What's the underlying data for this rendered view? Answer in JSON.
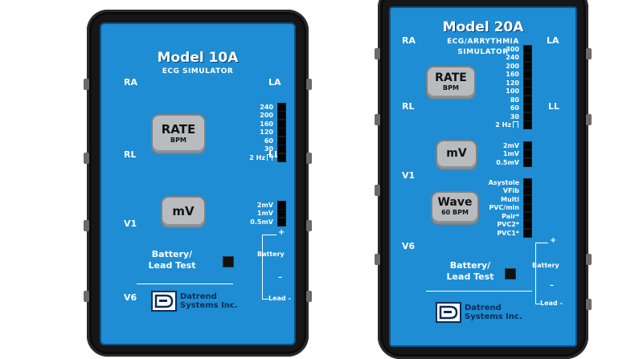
{
  "left_device": {
    "model": "Model 10A",
    "subtitle": "ECG SIMULATOR",
    "leads": {
      "ra": "RA",
      "la": "LA",
      "rl": "RL",
      "ll": "LL",
      "v1": "V1",
      "v6": "V6"
    },
    "rate_button": {
      "label": "RATE",
      "sub": "BPM"
    },
    "rate_scale": [
      "240",
      "200",
      "160",
      "120",
      "60",
      "30",
      "2 Hz"
    ],
    "mv_button": {
      "label": "mV"
    },
    "mv_scale": [
      "2mV",
      "1mV",
      "0.5mV"
    ],
    "test_label": {
      "line1": "Battery/",
      "line2": "Lead Test"
    },
    "battery_block": {
      "plus": "+",
      "label": "Battery",
      "minus": "–",
      "lead": "Lead –"
    },
    "logo": {
      "line1": "Datrend",
      "line2": "Systems Inc."
    }
  },
  "right_device": {
    "model": "Model 20A",
    "subtitle_1": "ECG/ARRYTHMIA",
    "subtitle_2": "SIMULATOR",
    "leads": {
      "ra": "RA",
      "la": "LA",
      "rl": "RL",
      "ll": "LL",
      "v1": "V1",
      "v6": "V6"
    },
    "rate_button": {
      "label": "RATE",
      "sub": "BPM"
    },
    "rate_scale": [
      "300",
      "240",
      "200",
      "160",
      "120",
      "100",
      "80",
      "60",
      "30",
      "2 Hz"
    ],
    "mv_button": {
      "label": "mV"
    },
    "mv_scale": [
      "2mV",
      "1mV",
      "0.5mV"
    ],
    "wave_button": {
      "label": "Wave",
      "sub": "60 BPM"
    },
    "wave_scale": [
      "Asystole",
      "VFib",
      "Multi",
      "PVC/min",
      "Pair*",
      "PVC2*",
      "PVC1*"
    ],
    "test_label": {
      "line1": "Battery/",
      "line2": "Lead Test"
    },
    "battery_block": {
      "plus": "+",
      "label": "Battery",
      "minus": "–",
      "lead": "Lead –"
    },
    "logo": {
      "line1": "Datrend",
      "line2": "Systems Inc."
    }
  },
  "colors": {
    "panel": "#1e8dd3",
    "housing": "#161616",
    "button": "#b9bcbf",
    "led": "#050505"
  }
}
